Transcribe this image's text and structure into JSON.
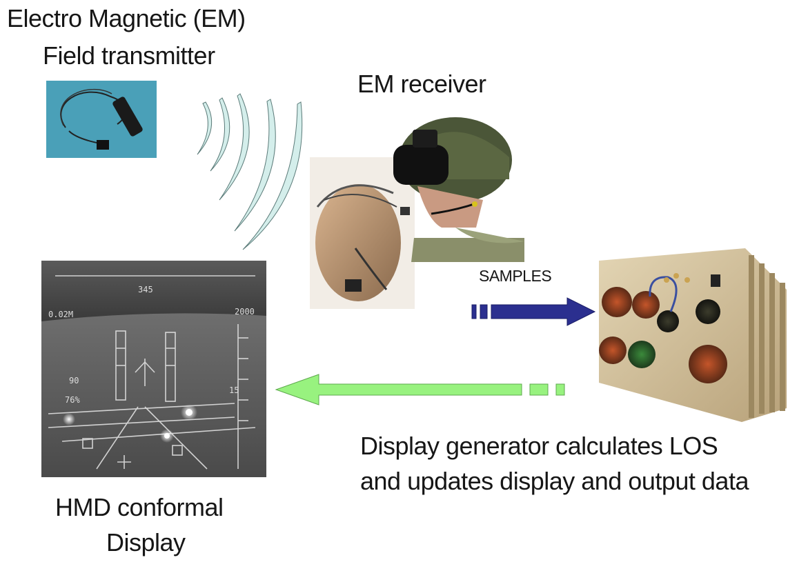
{
  "labels": {
    "transmitter_line1": "Electro Magnetic (EM)",
    "transmitter_line2": "Field transmitter",
    "receiver": "EM receiver",
    "samples": "SAMPLES",
    "generator_line1": "Display generator calculates LOS",
    "generator_line2": "and updates display and output data",
    "hmd_line1": "HMD conformal",
    "hmd_line2": "Display"
  },
  "hud_readouts": {
    "heading": "345",
    "range": "0.02M",
    "altitude": "2000",
    "airspeed": "90",
    "power": "76%",
    "pitch": "15"
  },
  "colors": {
    "samples_arrow": "#2b2f8f",
    "return_arrow": "#8ef07a",
    "em_waves": "#cfe9e6",
    "transmitter_bg": "#4aa0b8"
  }
}
